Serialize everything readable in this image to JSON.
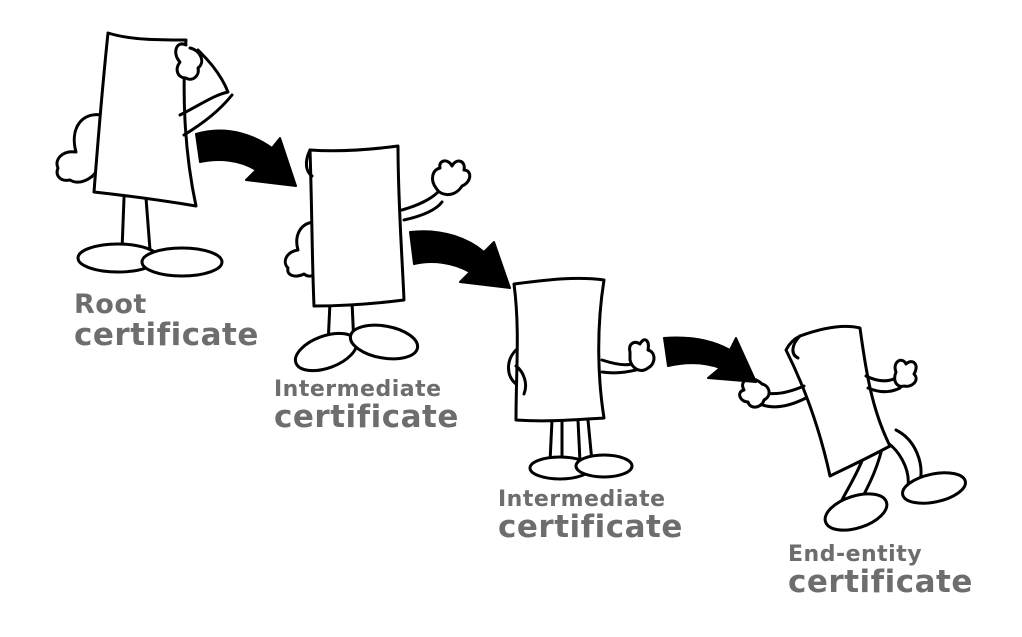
{
  "diagram": {
    "nodes": [
      {
        "id": "root",
        "line1": "Root",
        "line2": "certificate"
      },
      {
        "id": "intermediate-1",
        "line1": "Intermediate",
        "line2": "certificate"
      },
      {
        "id": "intermediate-2",
        "line1": "Intermediate",
        "line2": "certificate"
      },
      {
        "id": "end-entity",
        "line1": "End-entity",
        "line2": "certificate"
      }
    ],
    "edges": [
      {
        "from": "root",
        "to": "intermediate-1"
      },
      {
        "from": "intermediate-1",
        "to": "intermediate-2"
      },
      {
        "from": "intermediate-2",
        "to": "end-entity"
      }
    ],
    "colors": {
      "ink": "#000000",
      "label": "#6d6d6d",
      "paper": "#ffffff"
    }
  }
}
